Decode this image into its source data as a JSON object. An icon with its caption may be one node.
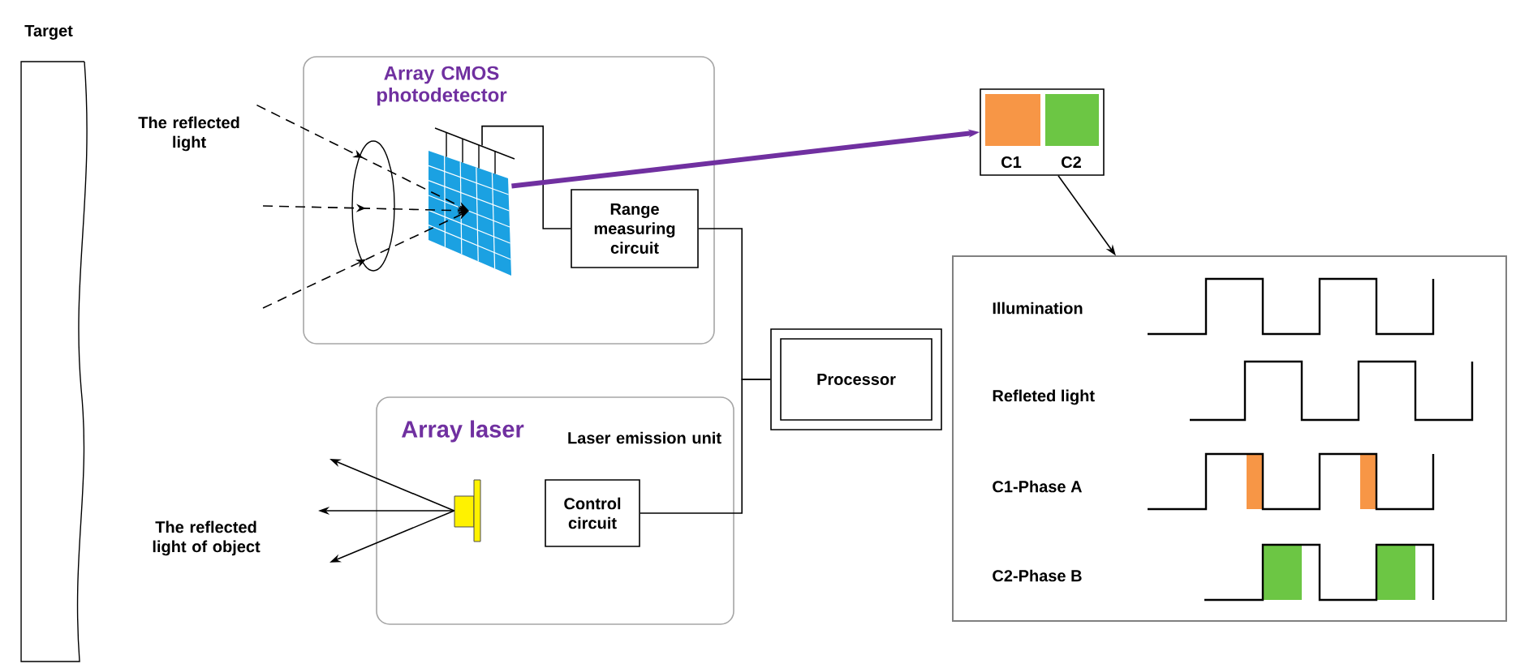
{
  "diagram": {
    "nodes": [
      {
        "text": [
          "Target"
        ]
      },
      {
        "text": [],
        "shape": "box"
      },
      {
        "text": [
          "Array CMOS photodetector"
        ],
        "in": 1
      },
      {
        "text": [
          "Range measuring circuit"
        ],
        "in": 1
      },
      {
        "text": [
          "The reflected light"
        ]
      },
      {
        "text": [
          "Array laser",
          "Laser emission unit"
        ]
      },
      {
        "text": [],
        "shape": "picture",
        "in": 5
      },
      {
        "text": [
          "Control circuit"
        ],
        "in": 5
      },
      {
        "text": [
          "Processor"
        ]
      },
      {
        "text": [
          "C1",
          "C2"
        ]
      },
      {
        "text": [
          "Illumination",
          "Refleted light",
          "C1-Phase A",
          "C2-Phase B"
        ]
      }
    ],
    "edges": [
      {
        "from": 4,
        "to": 2,
        "arrow": "to",
        "style": "dashed"
      },
      {
        "from": null,
        "to": 2,
        "arrow": "to",
        "style": "dashed"
      },
      {
        "from": null,
        "to": 2,
        "arrow": "to",
        "style": "dashed"
      },
      {
        "from": 2,
        "to": 3,
        "arrow": "none"
      },
      {
        "from": 2,
        "to": 9,
        "arrow": "to",
        "style": "thick",
        "color": "#7030a0"
      },
      {
        "from": 3,
        "to": 8,
        "arrow": "none"
      },
      {
        "from": 7,
        "to": 8,
        "arrow": "none"
      },
      {
        "from": 9,
        "to": 10,
        "arrow": "to"
      },
      {
        "from": 6,
        "to": null,
        "arrow": "to"
      },
      {
        "from": 6,
        "to": null,
        "arrow": "to"
      },
      {
        "from": 6,
        "to": null,
        "arrow": "to"
      }
    ],
    "labels": [
      "The reflected light of object"
    ]
  }
}
